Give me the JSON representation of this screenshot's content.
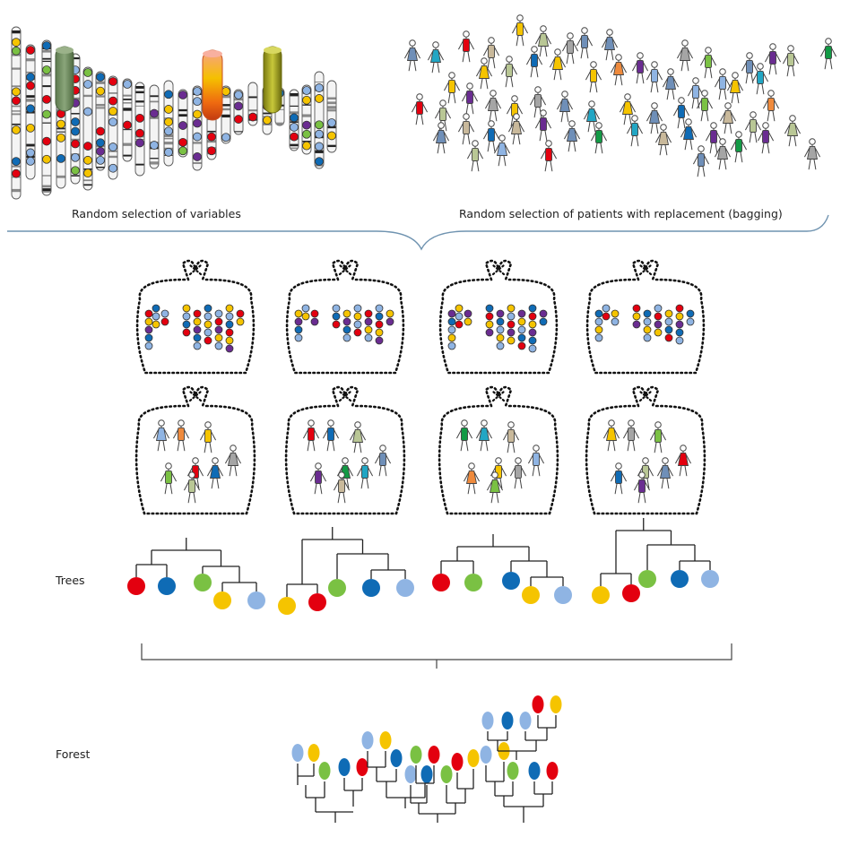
{
  "labels": {
    "variables": "Random selection of variables",
    "patients": "Random selection of patients with replacement (bagging)",
    "trees": "Trees",
    "forest": "Forest"
  },
  "colors": {
    "red": "#e3000f",
    "blue": "#0f6bb5",
    "green": "#7ac143",
    "yellow": "#f5c400",
    "light_blue": "#8fb4e3",
    "purple": "#6a2c91",
    "orange": "#ef8a3c",
    "teal": "#22a6c4",
    "khaki": "#b9c795",
    "gray": "#a5a5a5",
    "dark_green": "#129a45",
    "tan": "#c9b99b",
    "steel": "#6f8fb8",
    "outline": "#333333"
  },
  "trees": [
    [
      "red",
      "blue",
      "green",
      "yellow",
      "light_blue"
    ],
    [
      "yellow",
      "red",
      "green",
      "blue",
      "light_blue"
    ],
    [
      "red",
      "green",
      "blue",
      "yellow",
      "light_blue"
    ],
    [
      "yellow",
      "red",
      "green",
      "blue",
      "light_blue"
    ]
  ],
  "icons": {
    "chromosome": "chromosome-icon",
    "person": "person-icon",
    "bag": "bag-icon",
    "tree": "decision-tree-icon"
  }
}
